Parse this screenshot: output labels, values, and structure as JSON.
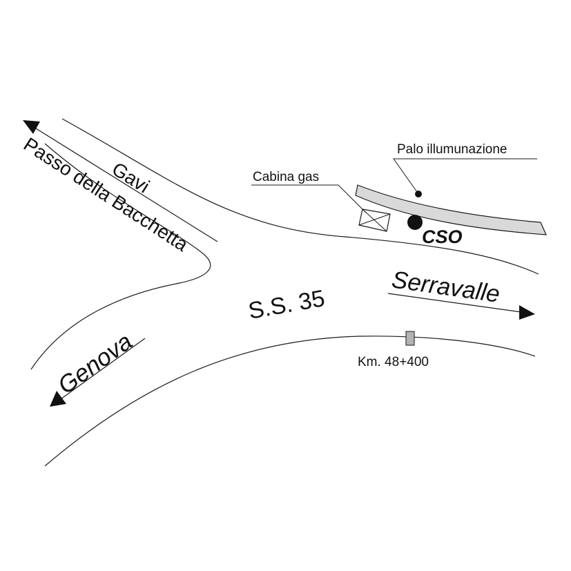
{
  "map": {
    "destinations": {
      "gavi": "Gavi",
      "passo": "Passo della Bacchetta",
      "genova": "Genova",
      "serravalle": "Serravalle"
    },
    "road": {
      "name": "S.S. 35",
      "km_marker": "Km. 48+400"
    },
    "landmarks": {
      "cabina_gas": "Cabina gas",
      "palo": "Palo illumunazione",
      "cso": "CSO"
    },
    "colors": {
      "line": "#1a1a1a",
      "path_fill": "#d9d9d9",
      "marker_fill": "#b3b3b3"
    }
  }
}
